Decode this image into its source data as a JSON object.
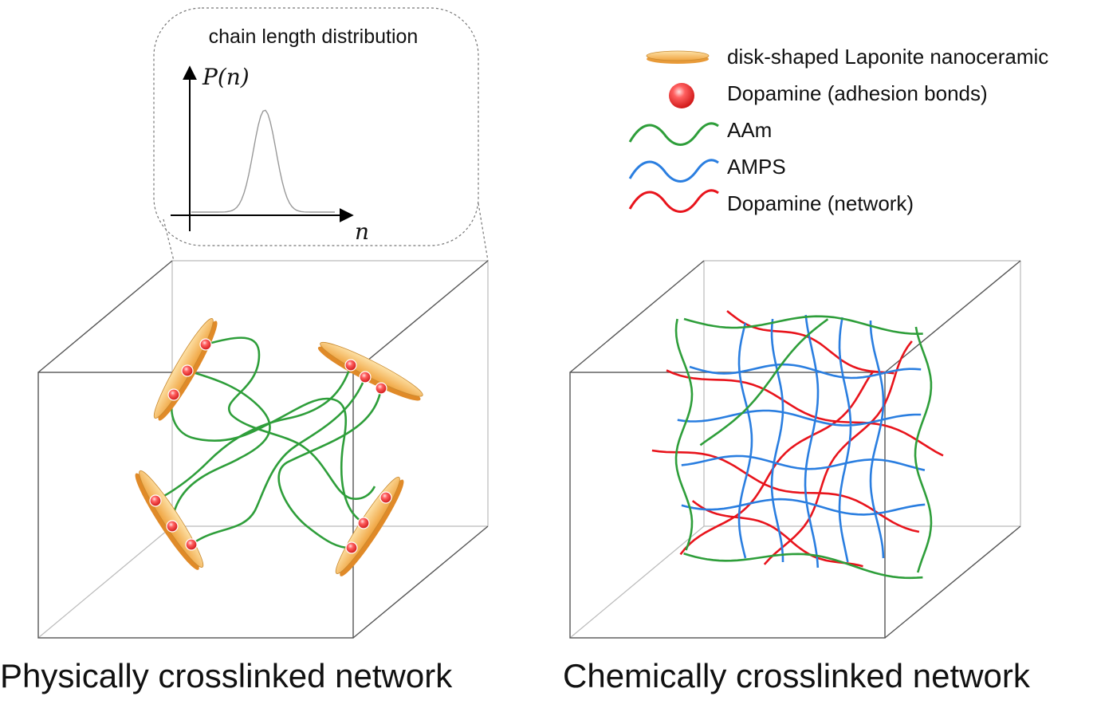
{
  "inset": {
    "title": "chain length distribution",
    "y_axis_label": "P(n)",
    "x_axis_label": "n"
  },
  "legend": [
    {
      "label": "disk-shaped Laponite nanoceramic",
      "icon": "laponite-disk-icon",
      "color": "#f5b55a"
    },
    {
      "label": "Dopamine (adhesion bonds)",
      "icon": "dopamine-sphere-icon",
      "color": "#f03030"
    },
    {
      "label": "AAm",
      "icon": "aam-chain-icon",
      "color": "#2e9e3a"
    },
    {
      "label": "AMPS",
      "icon": "amps-chain-icon",
      "color": "#2a7ee0"
    },
    {
      "label": "Dopamine (network)",
      "icon": "dopamine-chain-icon",
      "color": "#e8141c"
    }
  ],
  "panels": {
    "physical": {
      "caption": "Physically crosslinked network"
    },
    "chemical": {
      "caption": "Chemically crosslinked network"
    }
  }
}
